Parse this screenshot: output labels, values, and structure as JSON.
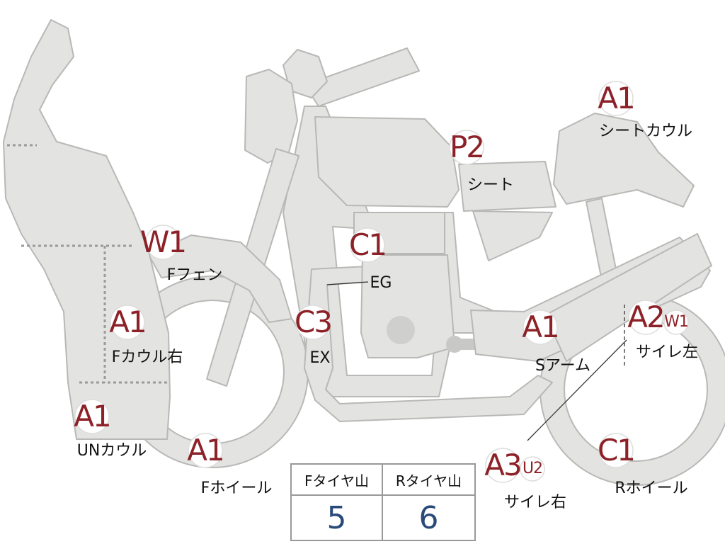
{
  "grades": {
    "f_fender": "W1",
    "f_cowl_right": "A1",
    "un_cowl": "A1",
    "f_wheel": "A1",
    "exhaust": "C3",
    "engine": "C1",
    "seat": "P2",
    "seat_cowl": "A1",
    "swing_arm": "A1",
    "silencer_left": "A2",
    "silencer_left_sub": "W1",
    "silencer_right": "A3",
    "silencer_right_sub": "U2",
    "r_wheel": "C1"
  },
  "labels": {
    "f_fender": "Fフェン",
    "f_cowl_right": "Fカウル右",
    "un_cowl": "UNカウル",
    "f_wheel": "Fホイール",
    "exhaust": "EX",
    "engine": "EG",
    "seat": "シート",
    "seat_cowl": "シートカウル",
    "swing_arm": "Sアーム",
    "silencer_left": "サイレ左",
    "silencer_right": "サイレ右",
    "r_wheel": "Rホイール"
  },
  "tire_table": {
    "front_header": "Fタイヤ山",
    "rear_header": "Rタイヤ山",
    "front_value": "5",
    "rear_value": "6"
  },
  "colors": {
    "grade_text": "#8c2228",
    "tire_value": "#2a4a7a",
    "part_fill": "#e3e3e1"
  }
}
